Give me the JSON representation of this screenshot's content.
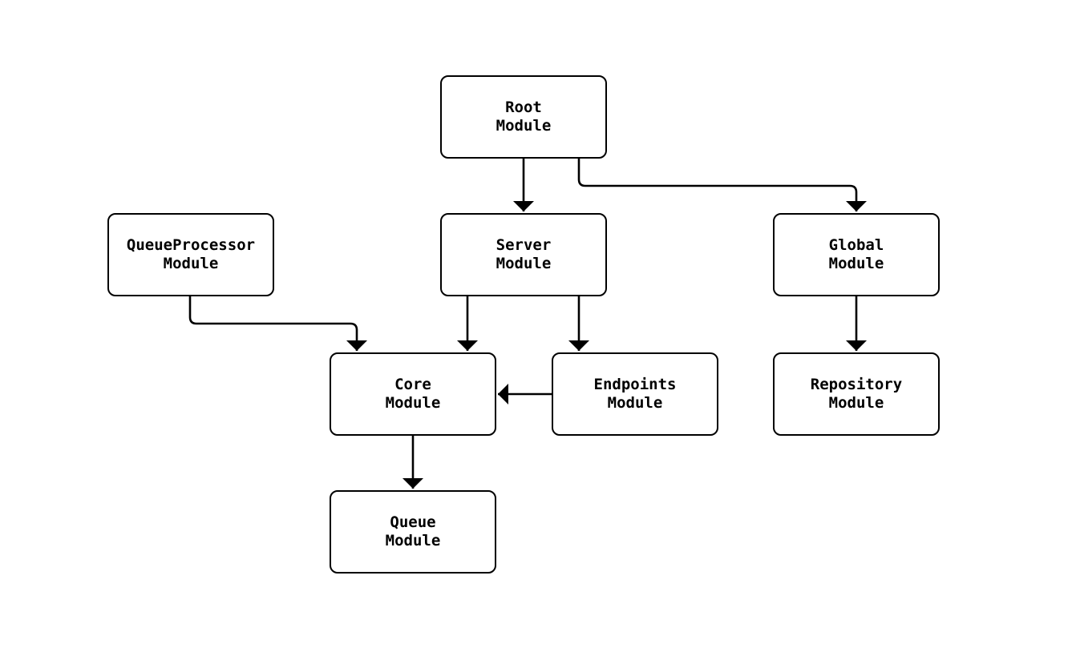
{
  "diagram": {
    "type": "flowchart",
    "direction": "top-down",
    "nodes": {
      "root": {
        "label": "Root\nModule"
      },
      "queueprocessor": {
        "label": "QueueProcessor\nModule"
      },
      "server": {
        "label": "Server\nModule"
      },
      "global": {
        "label": "Global\nModule"
      },
      "core": {
        "label": "Core\nModule"
      },
      "endpoints": {
        "label": "Endpoints\nModule"
      },
      "repository": {
        "label": "Repository\nModule"
      },
      "queue": {
        "label": "Queue\nModule"
      }
    },
    "edges": [
      {
        "from": "Root Module",
        "to": "Server Module"
      },
      {
        "from": "Root Module",
        "to": "Global Module"
      },
      {
        "from": "QueueProcessor Module",
        "to": "Core Module"
      },
      {
        "from": "Server Module",
        "to": "Core Module"
      },
      {
        "from": "Server Module",
        "to": "Endpoints Module"
      },
      {
        "from": "Endpoints Module",
        "to": "Core Module"
      },
      {
        "from": "Global Module",
        "to": "Repository Module"
      },
      {
        "from": "Core Module",
        "to": "Queue Module"
      }
    ],
    "colors": {
      "background": "#ffffff",
      "node_fill": "#ffffff",
      "node_border": "#000000",
      "edge": "#000000",
      "text": "#000000"
    }
  }
}
